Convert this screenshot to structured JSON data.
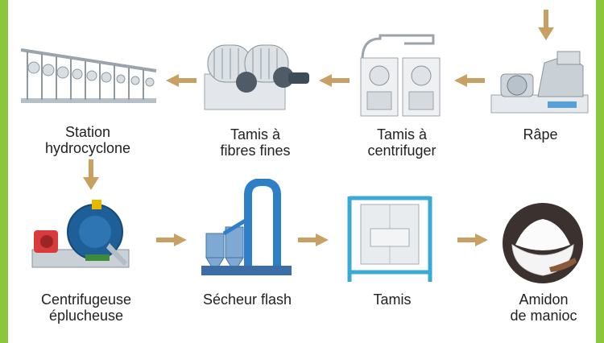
{
  "colors": {
    "frame": "#8cc63f",
    "arrow": "#c8a064"
  },
  "steps": [
    {
      "id": "rape",
      "label": "Râpe"
    },
    {
      "id": "tamis-centrifuger",
      "label_l1": "Tamis à",
      "label_l2": "centrifuger"
    },
    {
      "id": "tamis-fibres",
      "label_l1": "Tamis à",
      "label_l2": "fibres fines"
    },
    {
      "id": "hydrocyclone",
      "label_l1": "Station",
      "label_l2": "hydrocyclone"
    },
    {
      "id": "centrifugeuse",
      "label_l1": "Centrifugeuse",
      "label_l2": "éplucheuse"
    },
    {
      "id": "secheur",
      "label": "Sécheur flash"
    },
    {
      "id": "tamis",
      "label": "Tamis"
    },
    {
      "id": "amidon",
      "label_l1": "Amidon",
      "label_l2": "de manioc"
    }
  ],
  "icons": {
    "rape": "rasp-machine-icon",
    "tamis_centrifuger": "centrifugal-sieve-icon",
    "tamis_fibres": "fine-fiber-sieve-icon",
    "hydrocyclone": "hydrocyclone-station-icon",
    "centrifugeuse": "peeler-centrifuge-icon",
    "secheur": "flash-dryer-icon",
    "tamis": "square-sifter-icon",
    "amidon": "starch-bowl-icon"
  }
}
